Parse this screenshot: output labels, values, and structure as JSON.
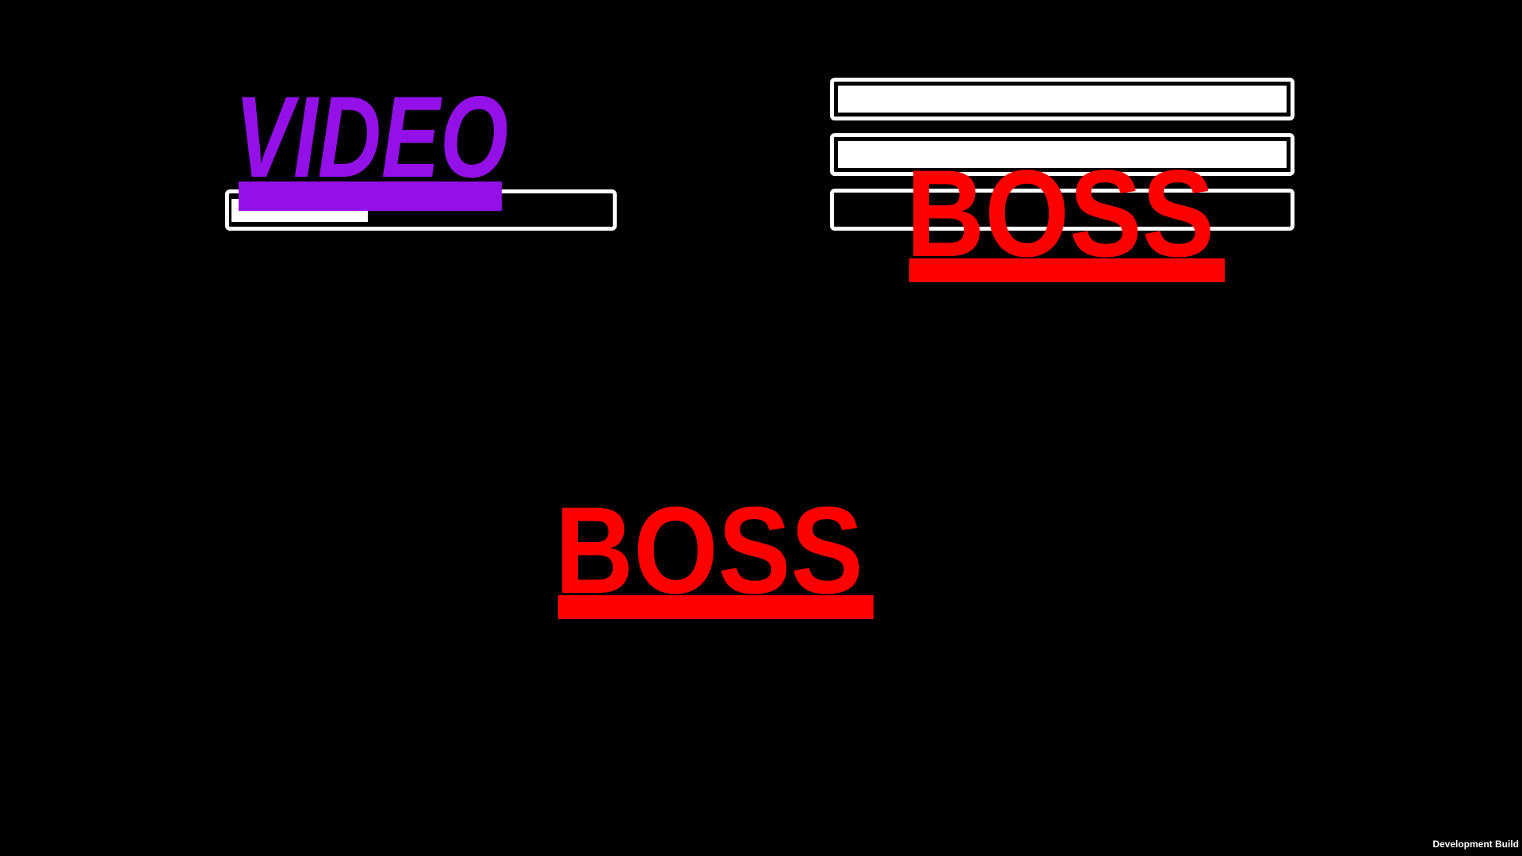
{
  "video_panel": {
    "title": "VIDEO",
    "progress": 0.36,
    "accent": "#9410e8"
  },
  "boss_panel": {
    "title": "BOSS",
    "bars": [
      1.0,
      1.0,
      0.0
    ],
    "accent": "#ff0000"
  },
  "boss_banner": {
    "title": "BOSS",
    "accent": "#ff0000"
  },
  "footer": {
    "build_label": "Development Build"
  }
}
